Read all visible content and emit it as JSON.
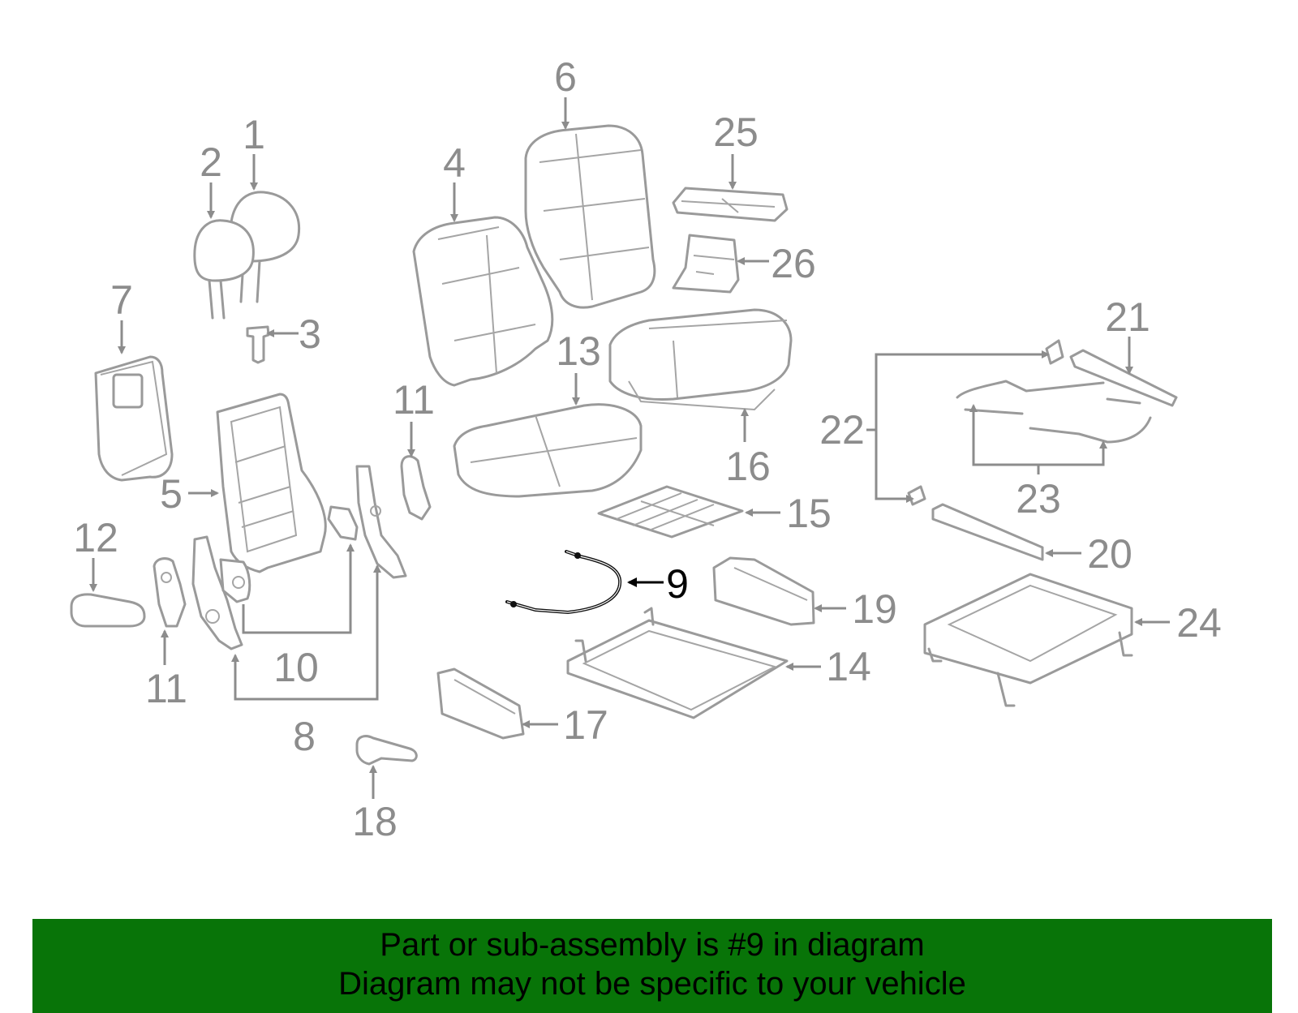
{
  "highlight": {
    "callout": "9"
  },
  "callouts": [
    "1",
    "2",
    "3",
    "4",
    "5",
    "6",
    "7",
    "8",
    "9",
    "10",
    "11",
    "11",
    "12",
    "13",
    "14",
    "15",
    "16",
    "17",
    "18",
    "19",
    "20",
    "21",
    "22",
    "23",
    "24",
    "25",
    "26"
  ],
  "banner": {
    "line1": "Part or sub-assembly is #9 in diagram",
    "line2": "Diagram may not be specific to your vehicle",
    "color": "#087408"
  }
}
